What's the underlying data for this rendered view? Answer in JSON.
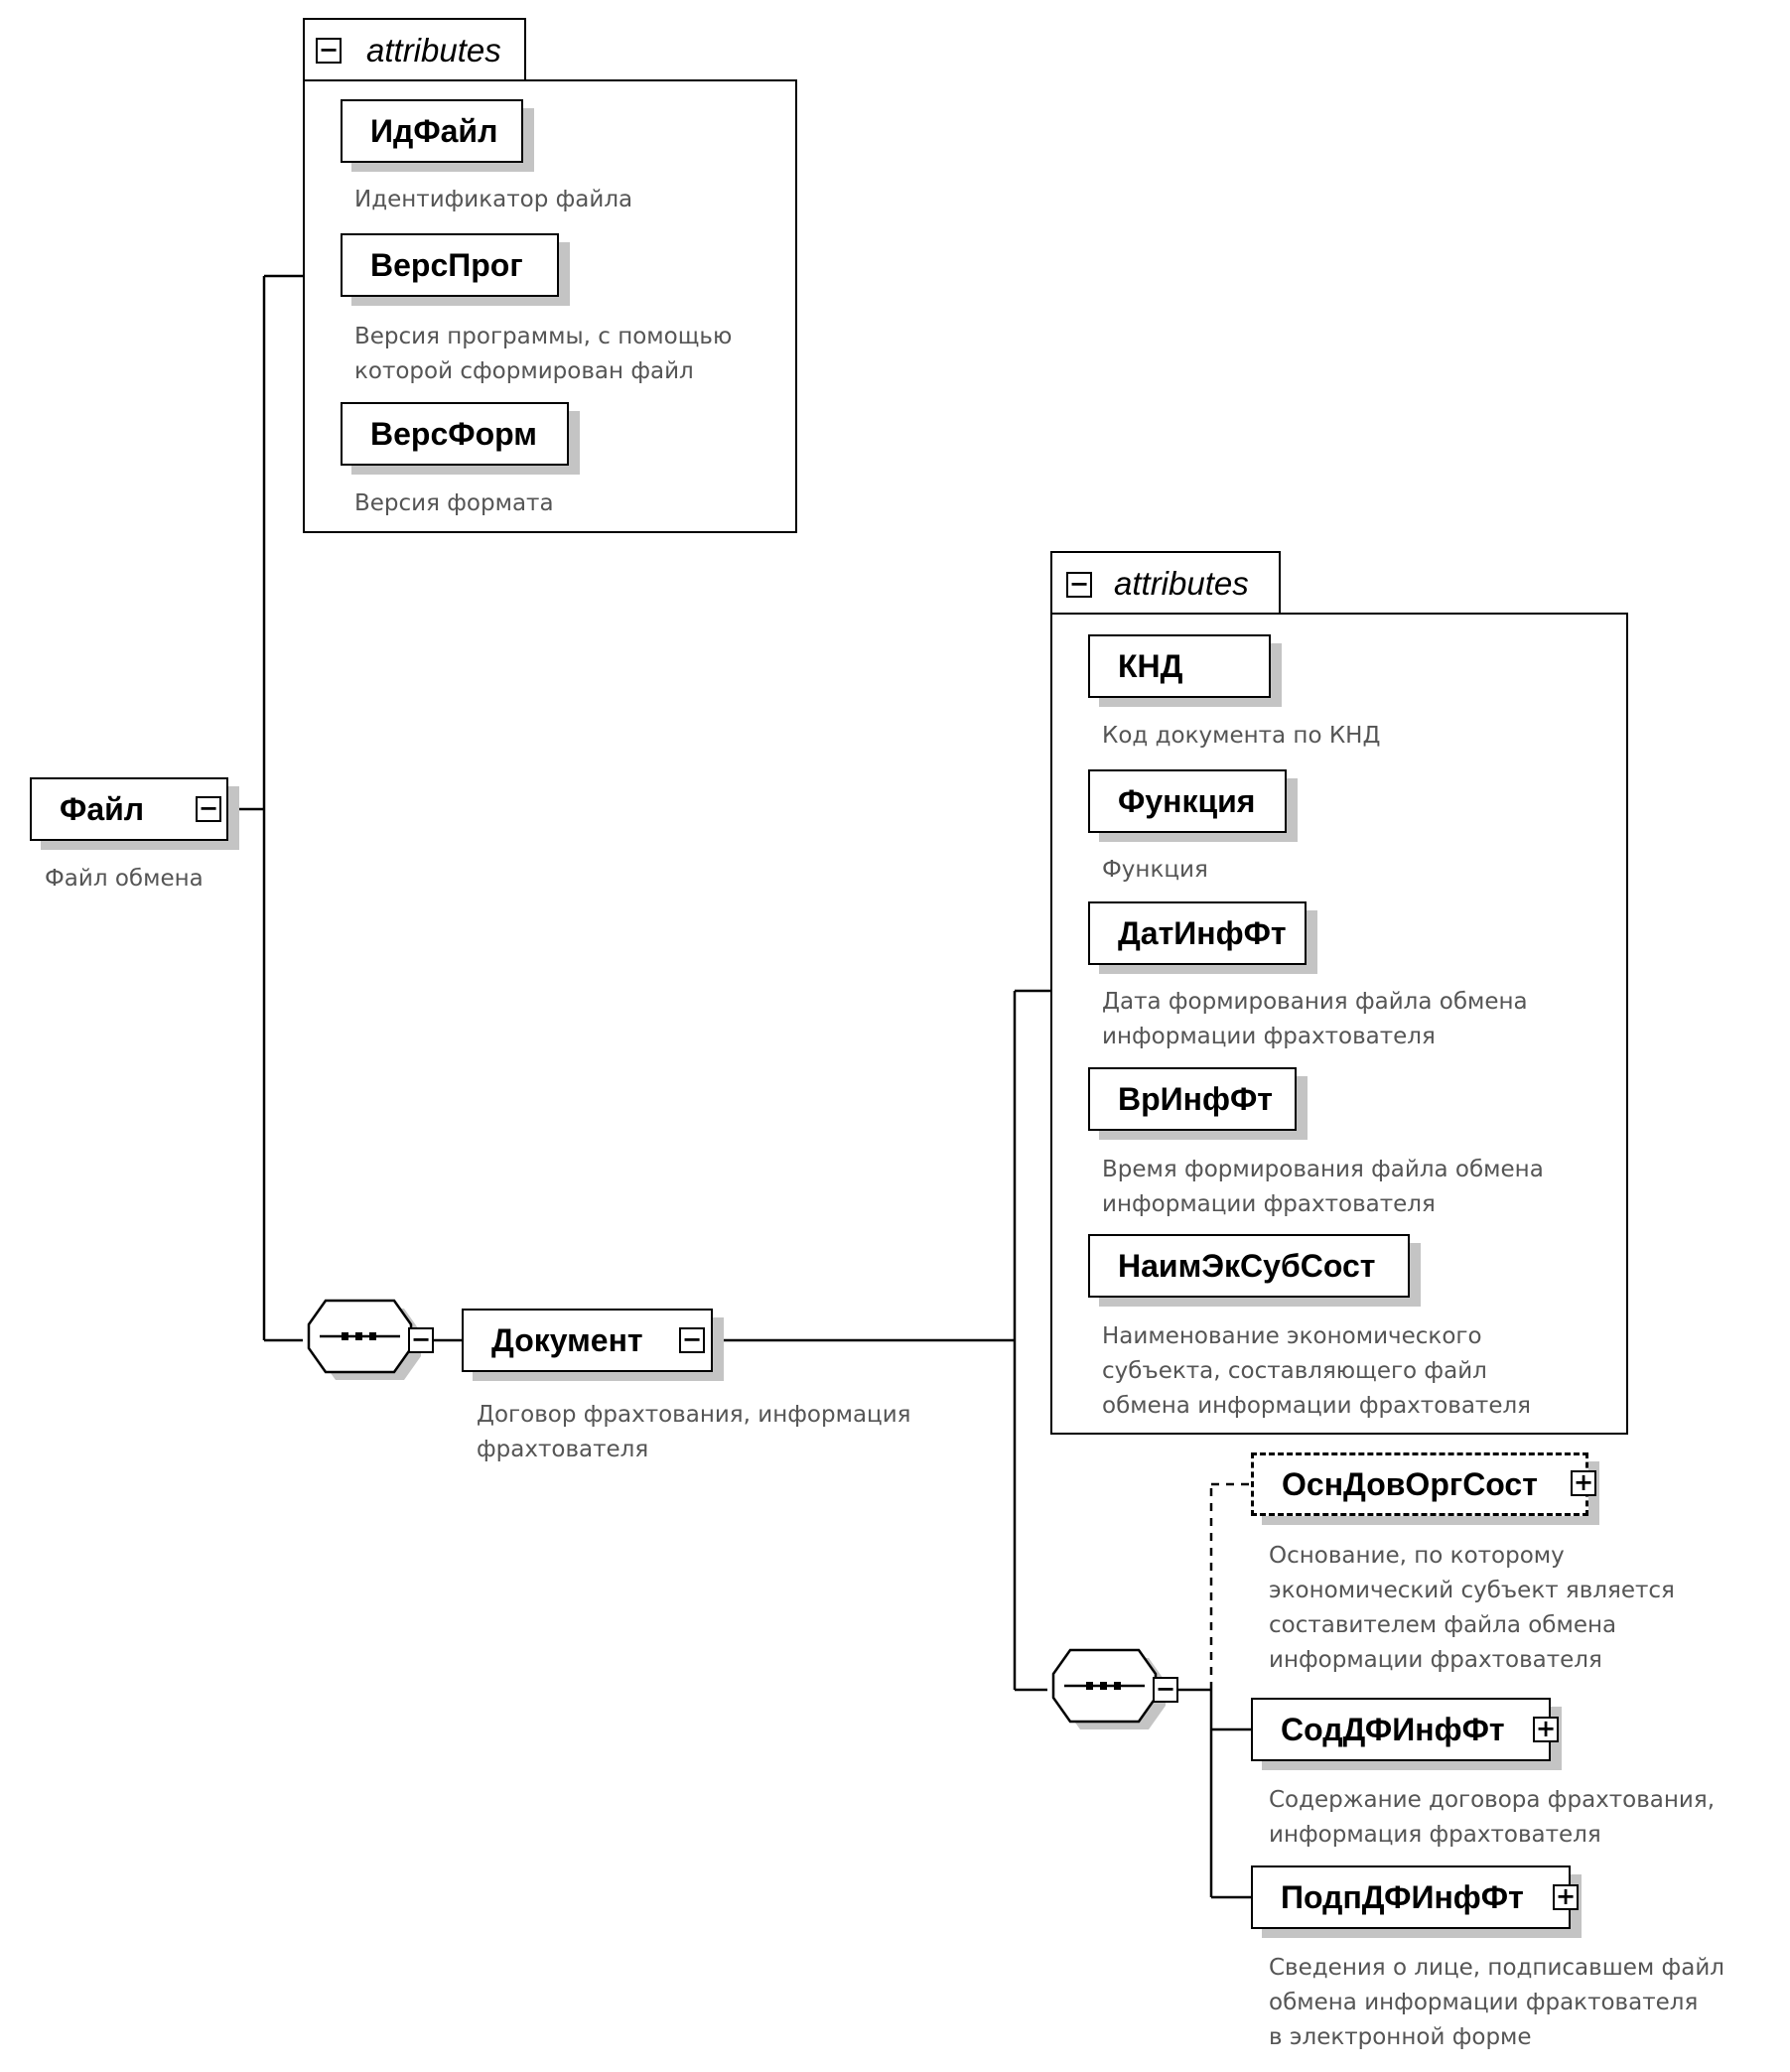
{
  "diagram": {
    "root": {
      "name": "Файл",
      "description": "Файл обмена"
    },
    "attributes_group_label": "attributes",
    "file_attributes": [
      {
        "name": "ИдФайл",
        "description": [
          "Идентификатор файла"
        ]
      },
      {
        "name": "ВерсПрог",
        "description": [
          "Версия программы, с помощью",
          "которой сформирован файл"
        ]
      },
      {
        "name": "ВерсФорм",
        "description": [
          "Версия формата"
        ]
      }
    ],
    "document": {
      "name": "Документ",
      "description": [
        "Договор фрахтования, информация",
        "фрахтователя"
      ]
    },
    "document_attributes": [
      {
        "name": "КНД",
        "description": [
          "Код документа по КНД"
        ]
      },
      {
        "name": "Функция",
        "description": [
          "Функция"
        ]
      },
      {
        "name": "ДатИнфФт",
        "description": [
          "Дата формирования файла обмена",
          "информации фрахтователя"
        ]
      },
      {
        "name": "ВрИнфФт",
        "description": [
          "Время формирования файла обмена",
          "информации фрахтователя"
        ]
      },
      {
        "name": "НаимЭкСубСост",
        "description": [
          "Наименование экономического",
          "субъекта, составляющего файл",
          "обмена информации фрахтователя"
        ]
      }
    ],
    "document_children": [
      {
        "name": "ОснДовОргСост",
        "optional": true,
        "description": [
          "Основание, по которому",
          "экономический субъект является",
          "составителем файла обмена",
          "информации фрахтователя"
        ]
      },
      {
        "name": "СодДФИнфФт",
        "optional": false,
        "description": [
          "Содержание договора фрахтования,",
          "информация фрахтователя"
        ]
      },
      {
        "name": "ПодпДФИнфФт",
        "optional": false,
        "description": [
          "Сведения о лице, подписавшем файл",
          "обмена информации фрактователя",
          "в электронной форме"
        ]
      }
    ],
    "icons": {
      "collapse": "minus-box-icon",
      "expand": "plus-box-icon",
      "sequence": "sequence-compositor-icon"
    }
  }
}
